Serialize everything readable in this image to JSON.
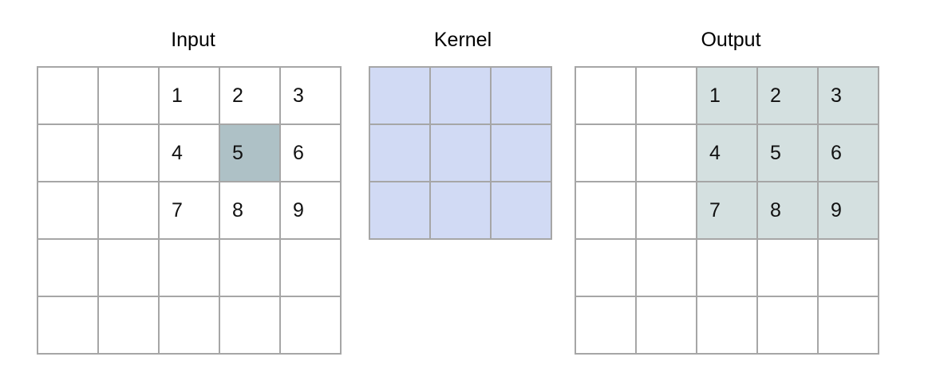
{
  "panels": {
    "input": {
      "title": "Input",
      "cells": [
        [
          "",
          "",
          "1",
          "2",
          "3"
        ],
        [
          "",
          "",
          "4",
          "5",
          "6"
        ],
        [
          "",
          "",
          "7",
          "8",
          "9"
        ],
        [
          "",
          "",
          "",
          "",
          ""
        ],
        [
          "",
          "",
          "",
          "",
          ""
        ]
      ],
      "highlight_cell": [
        1,
        3
      ]
    },
    "kernel": {
      "title": "Kernel",
      "rows": 3,
      "cols": 3
    },
    "output": {
      "title": "Output",
      "cells": [
        [
          "",
          "",
          "1",
          "2",
          "3"
        ],
        [
          "",
          "",
          "4",
          "5",
          "6"
        ],
        [
          "",
          "",
          "7",
          "8",
          "9"
        ],
        [
          "",
          "",
          "",
          "",
          ""
        ],
        [
          "",
          "",
          "",
          "",
          ""
        ]
      ],
      "highlight_region": {
        "rows": [
          0,
          2
        ],
        "cols": [
          2,
          4
        ]
      }
    }
  },
  "colors": {
    "input_highlight": "#aec1c6",
    "kernel_fill": "#d1daf4",
    "output_highlight": "#d4e0e0",
    "grid_line": "#a6a6a6"
  }
}
